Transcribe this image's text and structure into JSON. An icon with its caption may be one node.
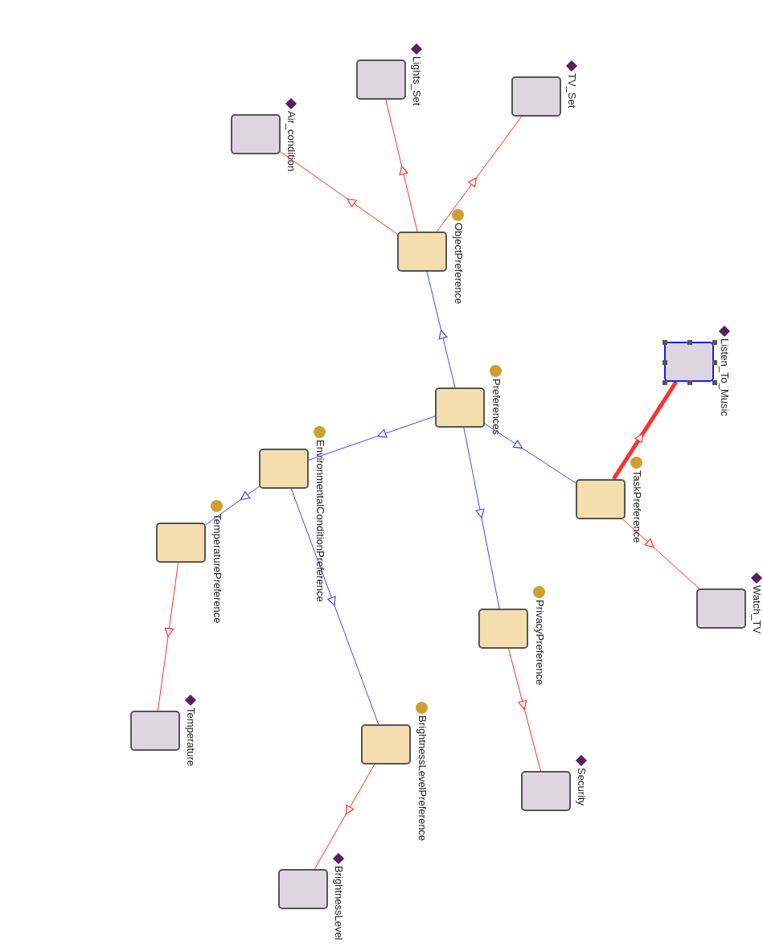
{
  "diagram": {
    "nodes": [
      {
        "text": [
          "ObjectPreference"
        ]
      },
      {
        "text": [
          "Air_condition"
        ]
      },
      {
        "text": [
          "Lights_Set"
        ]
      },
      {
        "text": [
          "TV_Set"
        ]
      },
      {
        "text": [
          "Preferences"
        ]
      },
      {
        "text": [
          "EnvironmentalConditionPreference"
        ]
      },
      {
        "text": [
          "TemperaturePreference"
        ]
      },
      {
        "text": [
          "Temperature"
        ]
      },
      {
        "text": [
          "BrightnessLevelPreference"
        ]
      },
      {
        "text": [
          "BrightnessLevel"
        ]
      },
      {
        "text": [
          "PrivacyPreference"
        ]
      },
      {
        "text": [
          "Security"
        ]
      },
      {
        "text": [
          "TaskPreference"
        ]
      },
      {
        "text": [
          "Listen_To_Music"
        ]
      },
      {
        "text": [
          "Watch_TV"
        ]
      }
    ],
    "edges": [
      {
        "from": 4,
        "to": 0,
        "arrow": "to",
        "color": "#4646ff"
      },
      {
        "from": 4,
        "to": 5,
        "arrow": "to",
        "color": "#4646ff"
      },
      {
        "from": 4,
        "to": 10,
        "arrow": "to",
        "color": "#4646ff"
      },
      {
        "from": 4,
        "to": 12,
        "arrow": "to",
        "color": "#4646ff"
      },
      {
        "from": 5,
        "to": 6,
        "arrow": "to",
        "color": "#4646ff"
      },
      {
        "from": 5,
        "to": 8,
        "arrow": "to",
        "color": "#4646ff"
      },
      {
        "from": 0,
        "to": 1,
        "arrow": "to"
      },
      {
        "from": 0,
        "to": 2,
        "arrow": "to"
      },
      {
        "from": 0,
        "to": 3,
        "arrow": "to"
      },
      {
        "from": 6,
        "to": 7,
        "arrow": "to"
      },
      {
        "from": 8,
        "to": 9,
        "arrow": "to"
      },
      {
        "from": 10,
        "to": 11,
        "arrow": "to"
      },
      {
        "from": 12,
        "to": 13,
        "arrow": "to",
        "style": "thick"
      },
      {
        "from": 12,
        "to": 14,
        "arrow": "to"
      }
    ]
  }
}
